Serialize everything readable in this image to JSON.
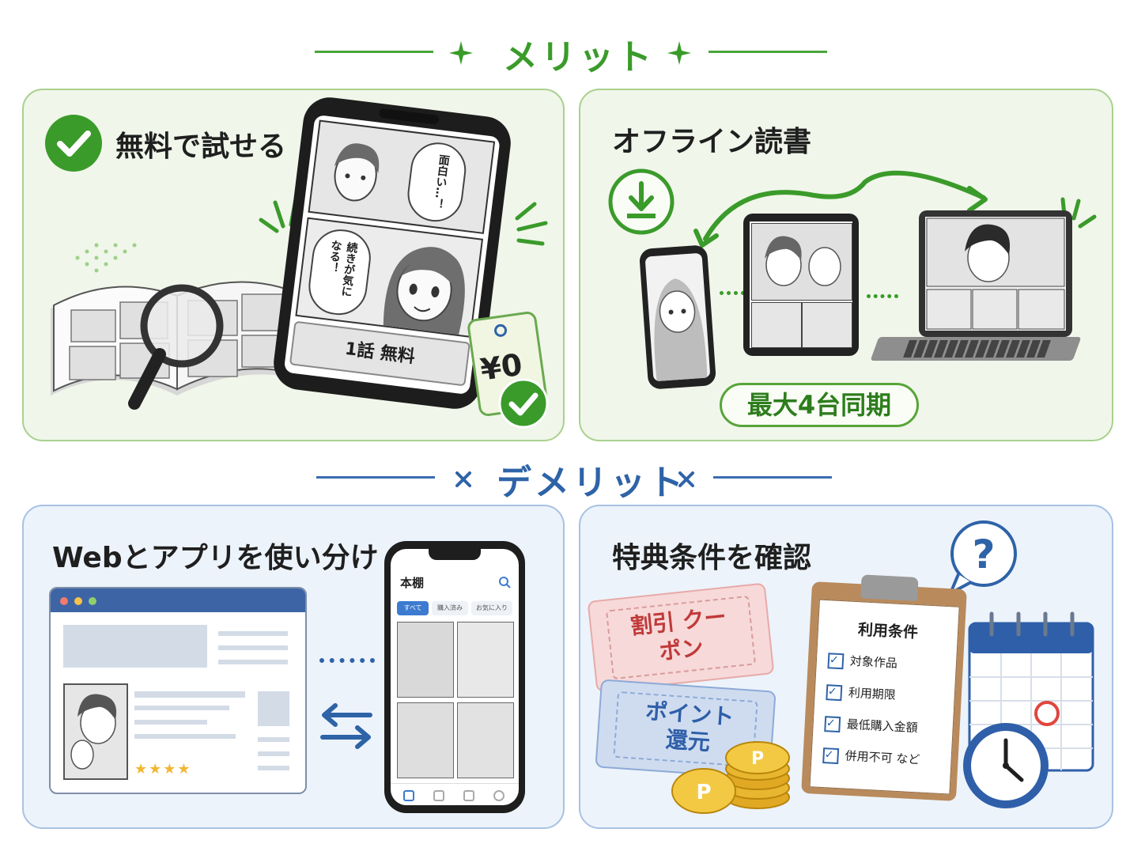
{
  "merit": {
    "heading": "メリット",
    "colors": {
      "accent": "#3a9a2a",
      "line": "#4aa53a"
    },
    "cards": [
      {
        "title": "無料で試せる",
        "phone_bubble_1": "面白い…！",
        "phone_bubble_2": "続きが気になる！",
        "phone_banner": "1話 無料",
        "price_tag": "¥0"
      },
      {
        "title": "オフライン読書",
        "sync_badge": "最大4台同期"
      }
    ]
  },
  "demerit": {
    "heading": "デメリット",
    "colors": {
      "accent": "#2f63a8",
      "line": "#3b6db0"
    },
    "cards": [
      {
        "title": "Webとアプリを使い分け",
        "app_header": "本棚",
        "app_tabs": [
          "すべて",
          "購入済み",
          "お気に入り"
        ]
      },
      {
        "title": "特典条件を確認",
        "coupon_label": "割引 クーポン",
        "points_label": "ポイント 還元",
        "clipboard_title": "利用条件",
        "clipboard_items": [
          "対象作品",
          "利用期限",
          "最低購入金額",
          "併用不可 など"
        ]
      }
    ]
  }
}
